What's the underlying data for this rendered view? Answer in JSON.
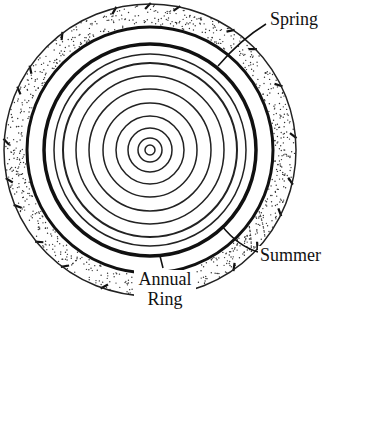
{
  "diagram": {
    "labels": [
      "Spring",
      "Summer",
      "Annual Ring"
    ]
  }
}
